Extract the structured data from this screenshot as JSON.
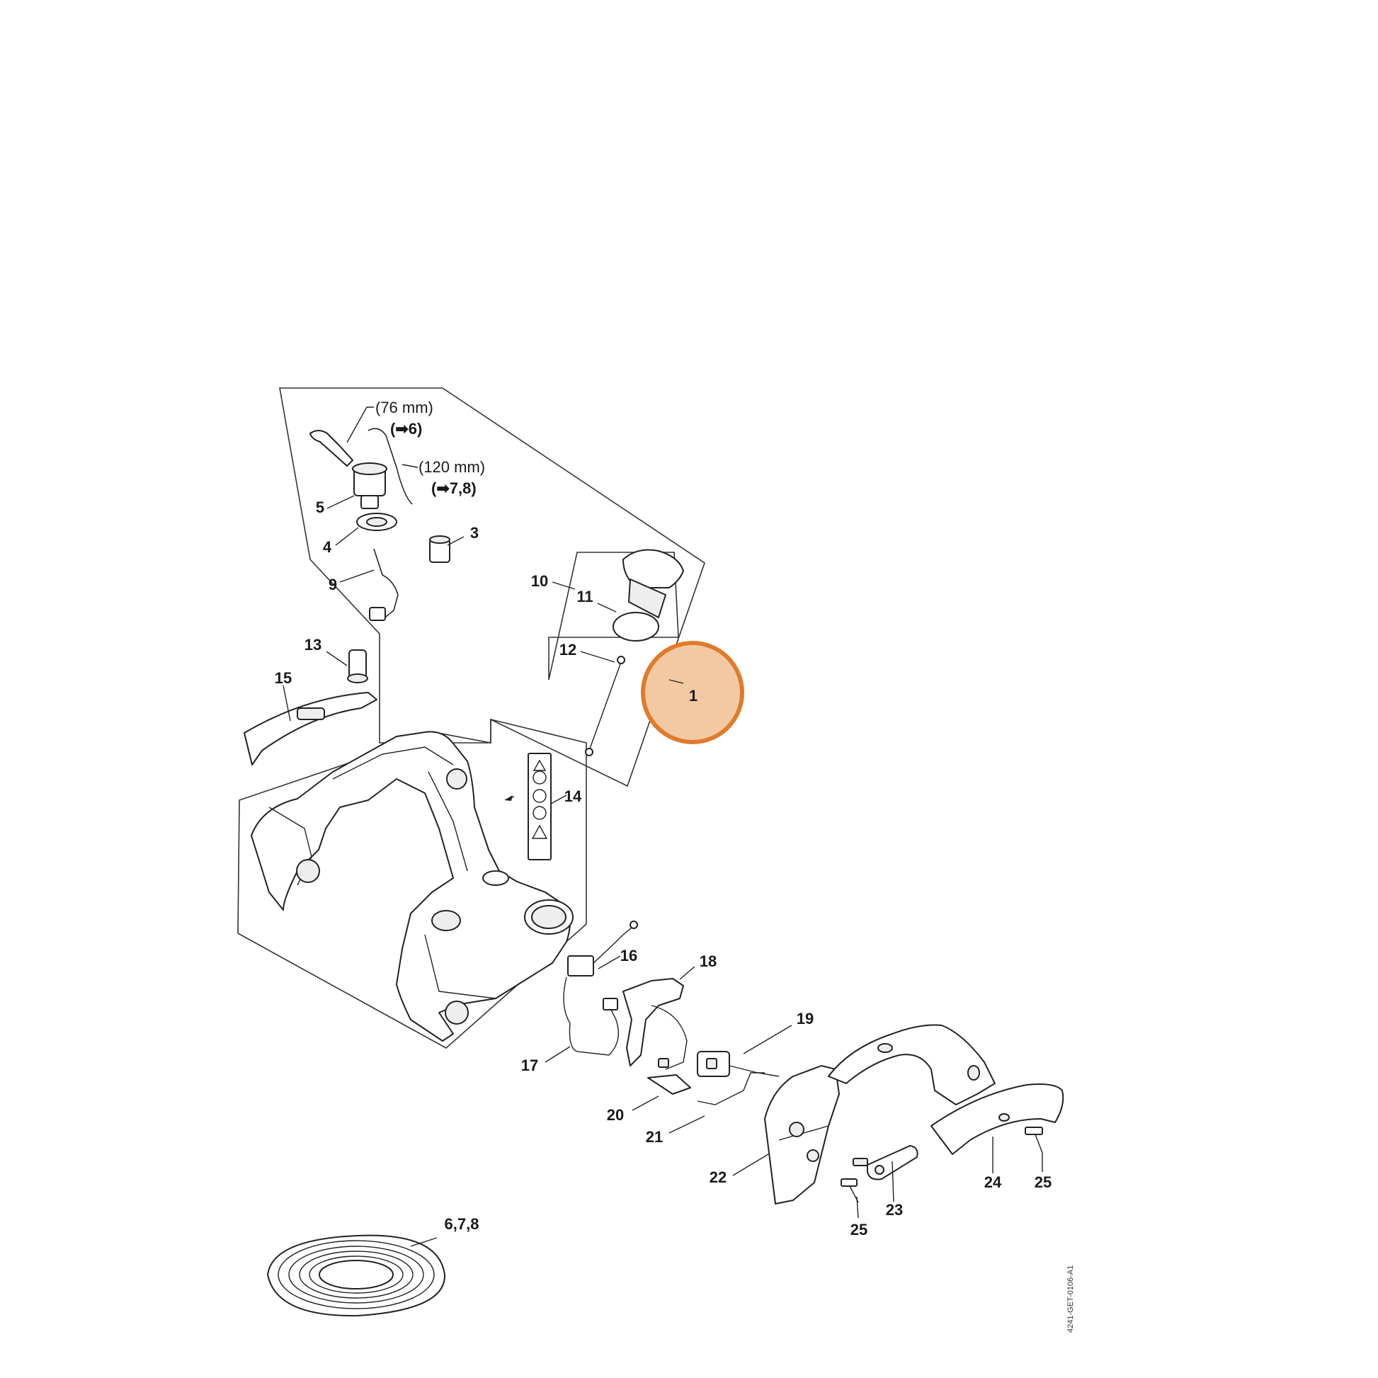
{
  "diagram": {
    "highlight_color": "#e07b2a",
    "highlight_fill": "#f3c9a4",
    "callouts": {
      "c1": "1",
      "c3": "3",
      "c4": "4",
      "c5": "5",
      "c9": "9",
      "c10": "10",
      "c11": "11",
      "c12": "12",
      "c13": "13",
      "c14": "14",
      "c15": "15",
      "c16": "16",
      "c17": "17",
      "c18": "18",
      "c19": "19",
      "c20": "20",
      "c21": "21",
      "c22": "22",
      "c23": "23",
      "c24": "24",
      "c25a": "25",
      "c25b": "25",
      "c678": "6,7,8"
    },
    "notes": {
      "hose_short_length": "(76 mm)",
      "hose_short_ref": "(➡6)",
      "hose_long_length": "(120 mm)",
      "hose_long_ref": "(➡7,8)"
    },
    "drawing_number": "4241-GET-0106-A1"
  }
}
